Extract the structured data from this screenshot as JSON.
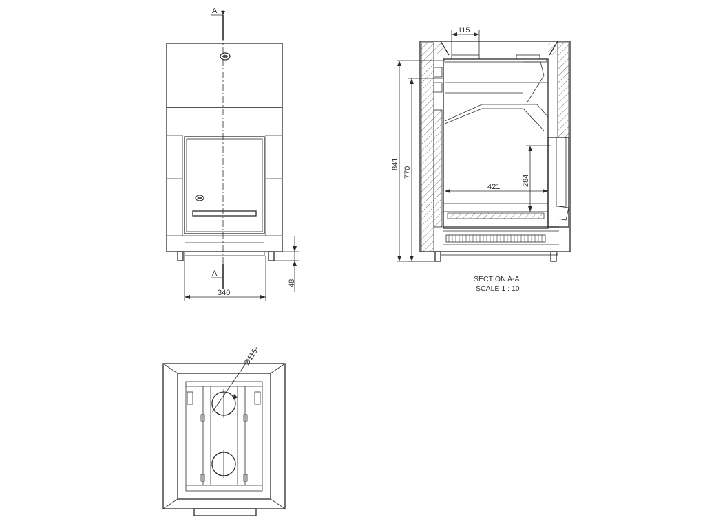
{
  "front_view": {
    "section_marker_top": "A",
    "section_marker_bottom": "A",
    "dim_width": "340",
    "dim_leg_height": "48"
  },
  "section_view": {
    "dim_flue": "115",
    "dim_total_height": "841",
    "dim_body_height": "770",
    "dim_firebox_width": "421",
    "dim_firebox_height": "284",
    "caption_line1": "SECTION A-A",
    "caption_line2": "SCALE 1 : 10"
  },
  "top_view": {
    "dim_flue_diameter": "Ø115"
  }
}
